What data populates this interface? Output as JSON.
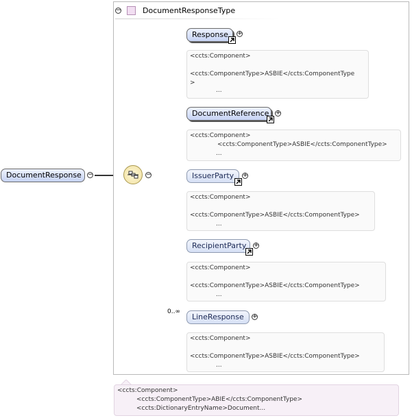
{
  "root_element": {
    "name": "DocumentResponse"
  },
  "complex_type": {
    "name": "DocumentResponseType"
  },
  "toggles": {
    "collapse": "−",
    "expand": "+"
  },
  "children": [
    {
      "name": "Response",
      "doc": [
        "<ccts:Component>",
        "",
        "<ccts:ComponentType>ASBIE</ccts:ComponentType",
        ">",
        "..."
      ]
    },
    {
      "name": "DocumentReference",
      "doc": [
        "<ccts:Component>",
        "<ccts:ComponentType>ASBIE</ccts:ComponentType>",
        "..."
      ]
    },
    {
      "name": "IssuerParty",
      "doc": [
        "<ccts:Component>",
        "",
        "<ccts:ComponentType>ASBIE</ccts:ComponentType>",
        "..."
      ]
    },
    {
      "name": "RecipientParty",
      "doc": [
        "<ccts:Component>",
        "",
        "<ccts:ComponentType>ASBIE</ccts:ComponentType>",
        "..."
      ]
    },
    {
      "name": "LineResponse",
      "occurrence": "0..∞",
      "doc": [
        "<ccts:Component>",
        "",
        "<ccts:ComponentType>ASBIE</ccts:ComponentType>",
        "..."
      ]
    }
  ],
  "root_doc": [
    "<ccts:Component>",
    "<ccts:ComponentType>ABIE</ccts:ComponentType>",
    "<ccts:DictionaryEntryName>Document..."
  ]
}
